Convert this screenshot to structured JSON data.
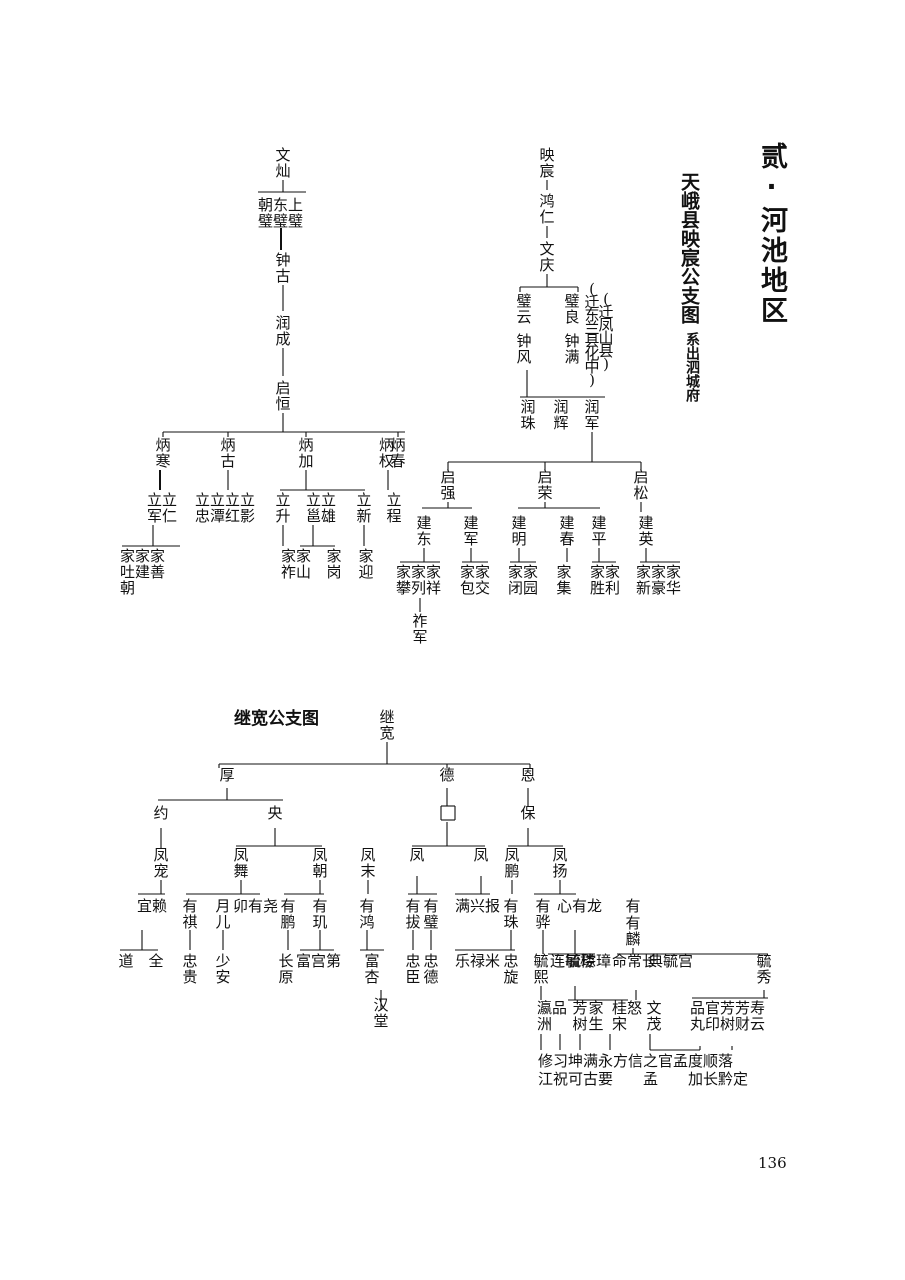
{
  "region_title": "贰·河池地区",
  "tree1": {
    "title": "天峨县映宸公支图",
    "note": "系出泗城府",
    "people": {
      "yingchen": "映宸",
      "hongren": "鸿仁",
      "wenqing": "文庆",
      "biyun": "璧云",
      "zhongfeng": "钟风",
      "biliang": "璧良",
      "zhongman": "钟满",
      "migration_note": "(迁东兰县化中)",
      "migration_note2": "(迁凤山县)",
      "runzhu": "润珠",
      "runhui": "润辉",
      "runjun": "润军",
      "qiqiang": "启强",
      "qirong": "启荣",
      "qisong": "启松",
      "jiandong": "建东",
      "jianjun": "建军",
      "jianming": "建明",
      "jianchun": "建春",
      "jianping": "建平",
      "jianying": "建英",
      "jiapan_group": "家家家攀列祥",
      "zuojun": "祚军",
      "jiabao_group": "家家包交",
      "jiamin_group": "家家闭园",
      "jiaji": "家集",
      "jiasheng_group": "家家胜利",
      "jiaxin_group": "家家家新豪华",
      "wencan": "文灿",
      "bi_group": "朝东上璧璧璧",
      "zhongmei": "钟古",
      "runcheng": "润成",
      "qixin": "启恒",
      "binghan": "炳寒",
      "binggu": "炳古",
      "bingjia": "炳加",
      "bingquan": "炳权",
      "bingchun": "炳春",
      "lijun_group": "立立军仁",
      "lizhong_group": "立立立立忠潭红影",
      "lisheng": "立升",
      "lichong_group": "立立邕雄",
      "lixin": "立新",
      "licheng": "立程",
      "jiatu_group": "家家家吐建善朝",
      "jiazuo_group": "家家祚山",
      "jiagang": "家岗",
      "jiaying": "家迎"
    }
  },
  "tree2": {
    "title": "继宽公支图",
    "people": {
      "jikuan": "继宽",
      "hou": "厚",
      "de": "德",
      "en": "恩",
      "yue": "约",
      "yang": "央",
      "unknown": "□",
      "bao": "保",
      "fenglong": "凤宠",
      "fengwu": "凤舞",
      "fengchao": "凤朝",
      "fengmo": "凤末",
      "feng1": "凤",
      "feng2": "凤",
      "fengpeng": "凤鹏",
      "fengyang": "凤扬",
      "yilai": "宜赖",
      "youqi": "有祺",
      "yueer": "月儿",
      "maoyouyao": "卯有尧",
      "youpeng": "有鹏",
      "youji": "有玑",
      "youhong": "有鸿",
      "youba": "有拔",
      "youbi": "有璧",
      "manxingbao": "满兴报",
      "youzhu": "有珠",
      "youhua": "有骅",
      "xinyoulong": "心有龙",
      "youlin": "有麟",
      "you": "有",
      "dao": "道",
      "quan": "全",
      "zhonggui": "忠贵",
      "shaoan": "少安",
      "changyuan": "长原",
      "fuhuidi": "富宫第",
      "fuqi": "富杏",
      "hantang": "汉堂",
      "zhongchen": "忠臣",
      "zhongde": "忠德",
      "leqimi": "乐禄米",
      "zhongxuan": "忠旋",
      "yuxi": "毓熙",
      "lianyulou": "连毓楼",
      "yuzhang": "毓琮璋",
      "mingchang": "命常长",
      "dianyu": "典毓宫",
      "yuxiu": "毓秀",
      "yingpin": "瀛品洲",
      "fangshu": "芳树",
      "jiasheng": "家生",
      "guinu": "桂怒宋",
      "wenmao": "文茂",
      "pingongwang": "品官芳芳寿",
      "yinshucai": "丸印树财云",
      "gen_row1": "修习坤满永方信之官孟度顺落",
      "gen_row2": "江祝可古要　　孟　　加长黔定"
    }
  },
  "page_number": "136"
}
